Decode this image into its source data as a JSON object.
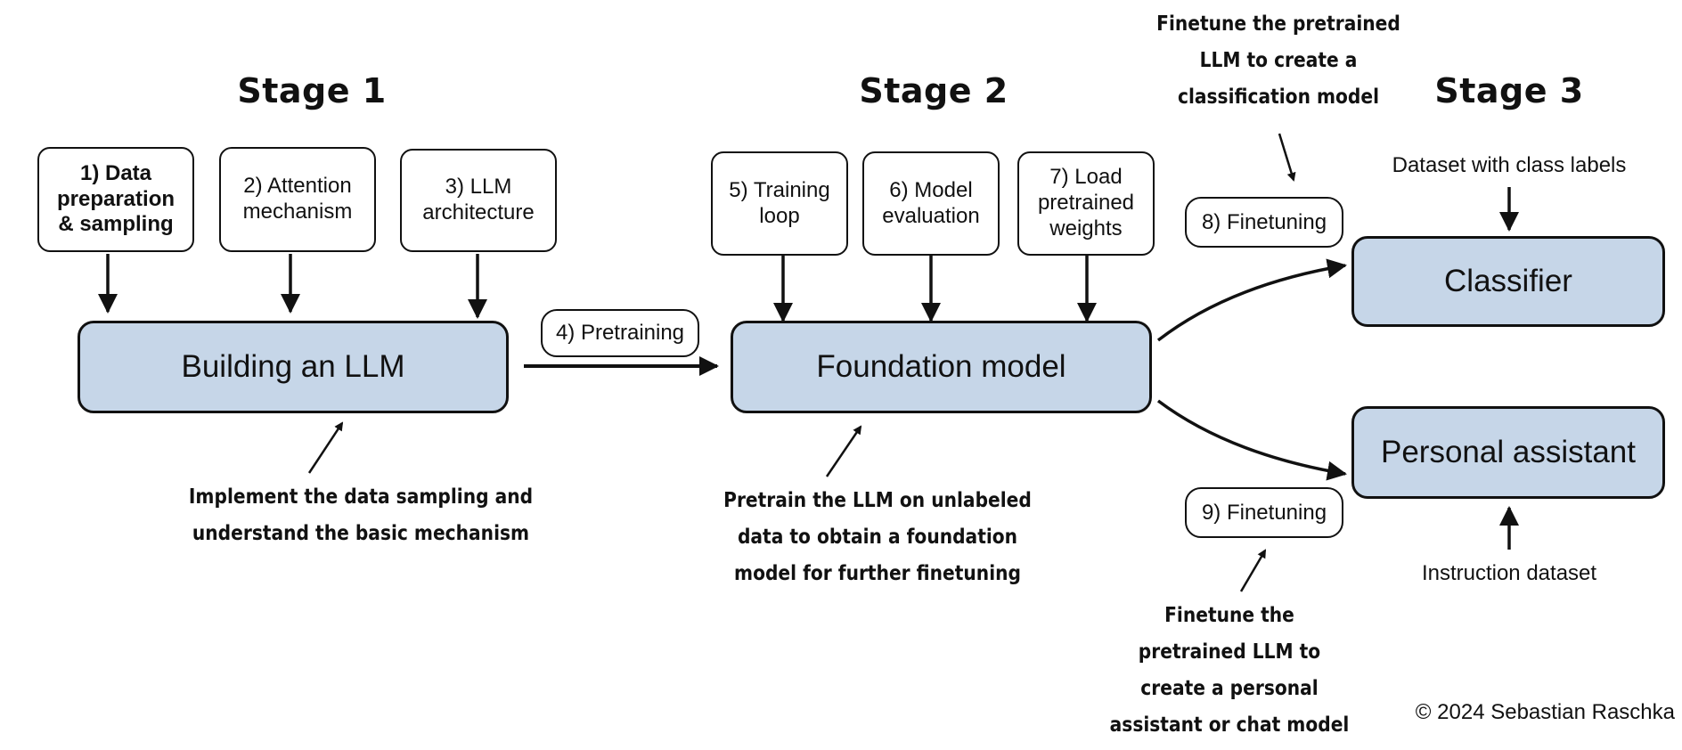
{
  "stages": {
    "stage1": "Stage 1",
    "stage2": "Stage 2",
    "stage3": "Stage 3"
  },
  "stage1": {
    "steps": [
      "1) Data\npreparation\n& sampling",
      "2) Attention\nmechanism",
      "3) LLM\narchitecture"
    ],
    "main_box": "Building an LLM",
    "note": "Implement the data sampling and\nunderstand the basic mechanism"
  },
  "transition": {
    "label": "4) Pretraining"
  },
  "stage2": {
    "steps": [
      "5) Training\nloop",
      "6) Model\nevaluation",
      "7) Load\npretrained\nweights"
    ],
    "main_box": "Foundation model",
    "note": "Pretrain the LLM on unlabeled\ndata to obtain a foundation\nmodel for further finetuning"
  },
  "stage3": {
    "top_note": "Finetune the pretrained\nLLM to create a\nclassification model",
    "finetune_top": "8) Finetuning",
    "finetune_bottom": "9) Finetuning",
    "classifier": "Classifier",
    "assistant": "Personal assistant",
    "dataset_top": "Dataset with class labels",
    "dataset_bottom": "Instruction dataset",
    "bottom_note": "Finetune the\npretrained LLM to\ncreate a personal\nassistant or chat model"
  },
  "copyright": "© 2024 Sebastian Raschka"
}
